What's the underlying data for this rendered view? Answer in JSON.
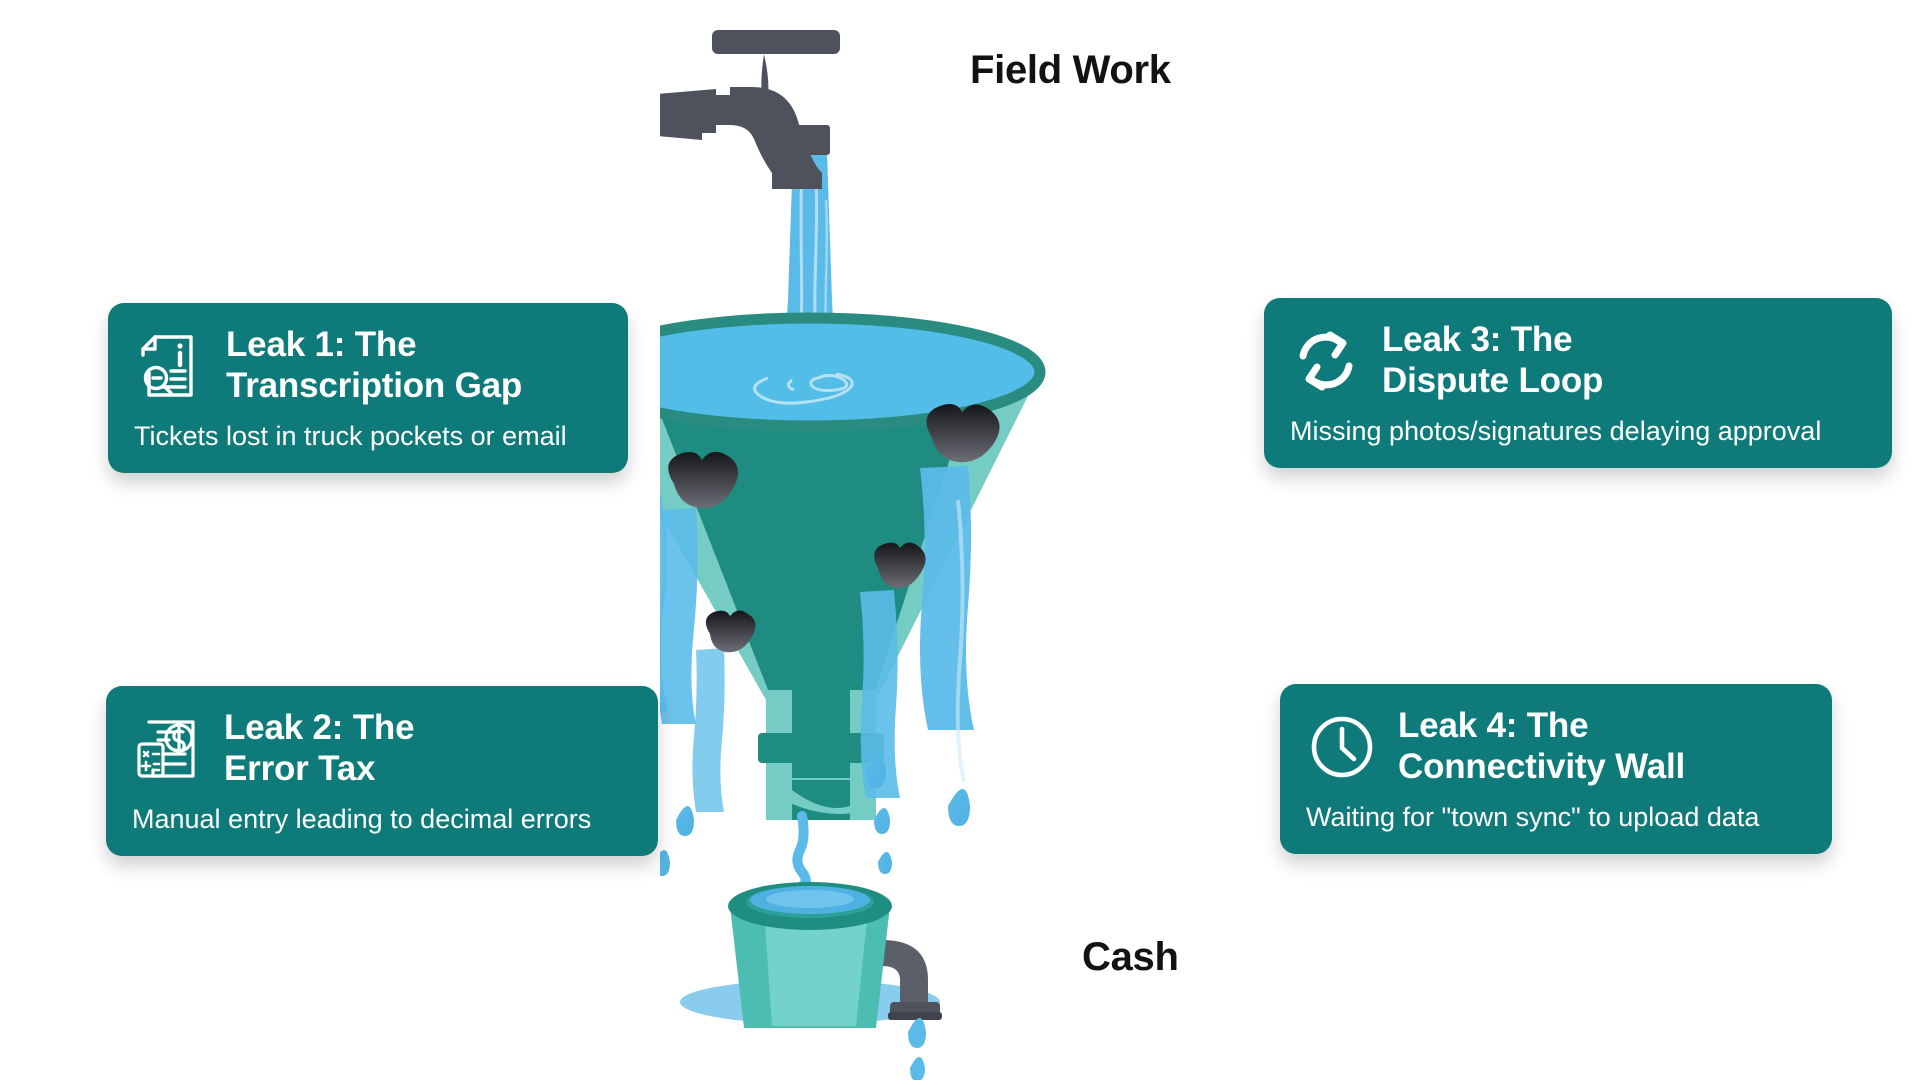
{
  "palette": {
    "card_bg": "#0f7a7a",
    "card_text": "#ffffff",
    "page_bg": "#ffffff",
    "label_text": "#121212",
    "funnel_outer": "#74ccc4",
    "funnel_inner": "#1e8c81",
    "funnel_rim": "#2a8b80",
    "water_surface": "#52bde6",
    "water_stream": "#5bbbe8",
    "water_highlight": "#a8d8ef",
    "metal_gray": "#4e525c",
    "leak_hole": "#2b2b2f",
    "bucket_body": "#5cc6bd",
    "bucket_rim": "#1f8d80"
  },
  "labels": {
    "source": "Field Work",
    "outcome": "Cash"
  },
  "illustration": {
    "faucet_icon": "faucet-icon",
    "funnel_icon": "funnel-icon",
    "bucket_icon": "bucket-icon",
    "leak_hole_count": 4,
    "drip_count": 9
  },
  "cards": [
    {
      "id": "card-1",
      "icon": "document-search-info-icon",
      "title": "Leak 1: The\nTranscription Gap",
      "subtitle": "Tickets lost in truck pockets or email"
    },
    {
      "id": "card-2",
      "icon": "invoice-calculator-dollar-icon",
      "title": "Leak 2: The\nError Tax",
      "subtitle": "Manual entry leading to decimal errors"
    },
    {
      "id": "card-3",
      "icon": "refresh-loop-icon",
      "title": "Leak 3: The\nDispute Loop",
      "subtitle": "Missing photos/signatures delaying approval"
    },
    {
      "id": "card-4",
      "icon": "clock-icon",
      "title": "Leak 4: The\nConnectivity Wall",
      "subtitle": "Waiting for \"town sync\" to upload data"
    }
  ]
}
